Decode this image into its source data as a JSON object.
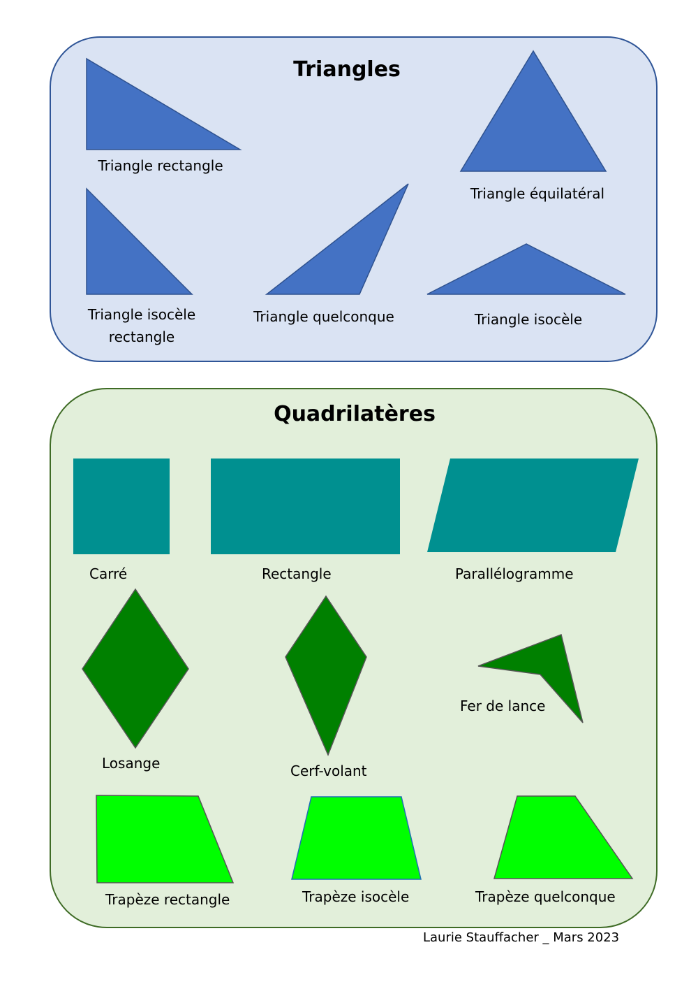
{
  "triangles": {
    "title": "Triangles",
    "fill": "#4472c4",
    "stroke": "#2f528f",
    "items": [
      {
        "label": "Triangle rectangle"
      },
      {
        "label": "Triangle équilatéral"
      },
      {
        "label": "Triangle isocèle",
        "label2": "rectangle"
      },
      {
        "label": "Triangle quelconque"
      },
      {
        "label": "Triangle isocèle"
      }
    ]
  },
  "quadrilaterals": {
    "title": "Quadrilatères",
    "colors": {
      "teal": "#009090",
      "dark_green": "#008000",
      "bright_green": "#00ff00"
    },
    "items": [
      {
        "label": "Carré"
      },
      {
        "label": "Rectangle"
      },
      {
        "label": "Parallélogramme"
      },
      {
        "label": "Losange"
      },
      {
        "label": "Cerf-volant"
      },
      {
        "label": "Fer de lance"
      },
      {
        "label": "Trapèze rectangle"
      },
      {
        "label": "Trapèze isocèle"
      },
      {
        "label": "Trapèze quelconque"
      }
    ]
  },
  "credit": "Laurie Stauffacher _ Mars 2023"
}
